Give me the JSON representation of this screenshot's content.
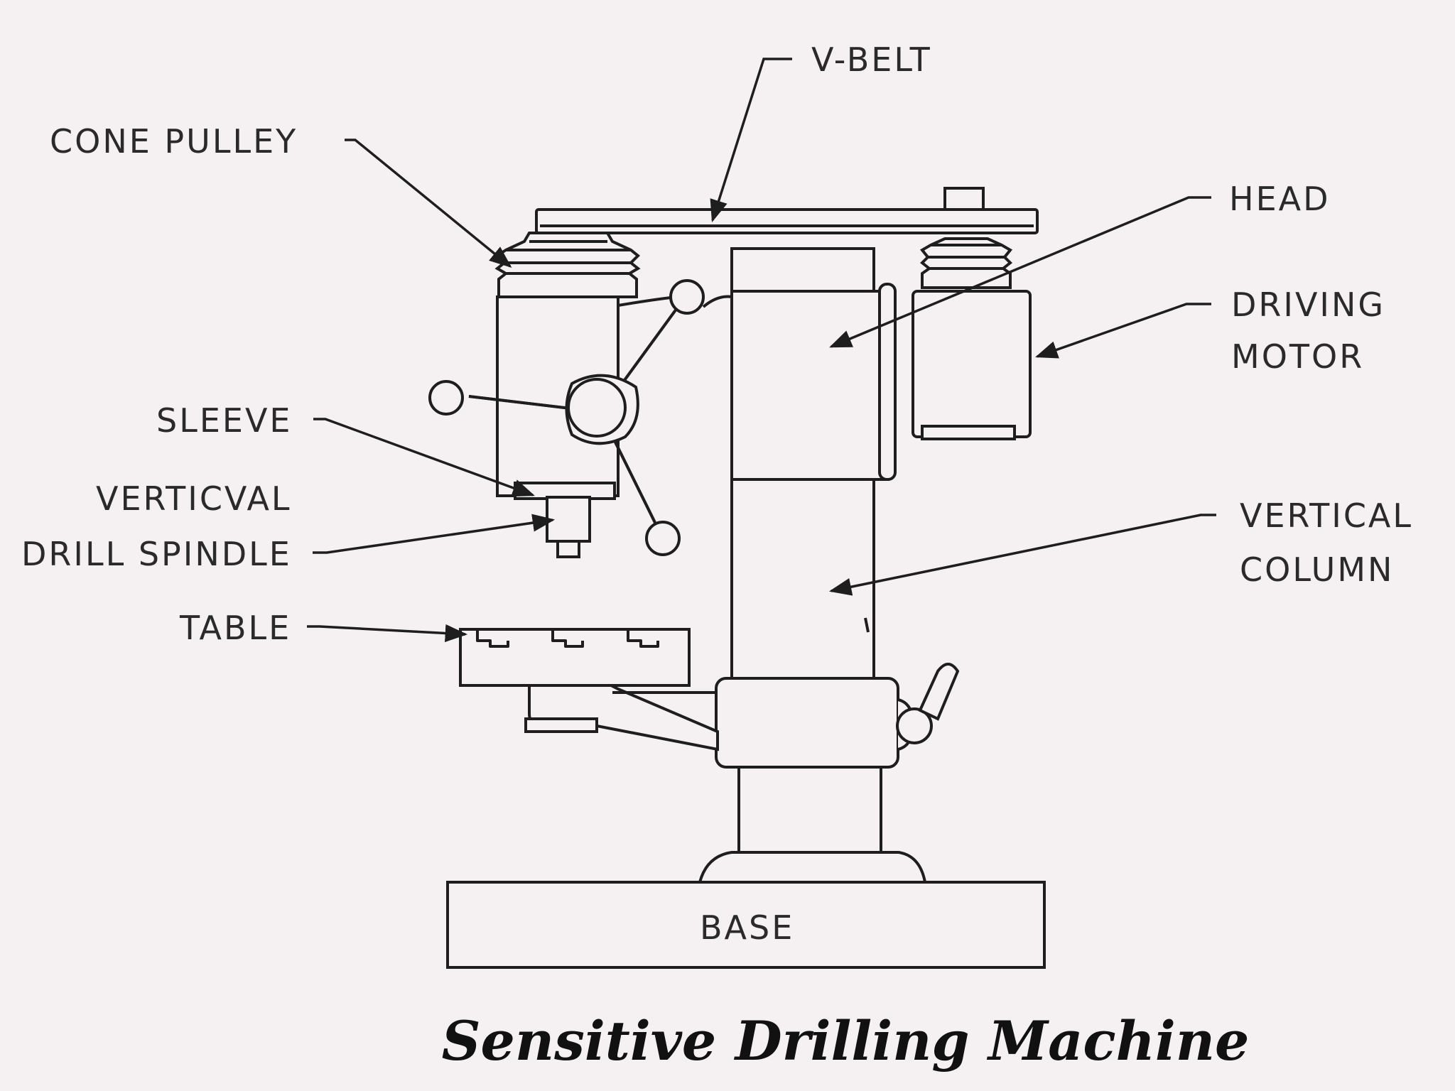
{
  "labels": {
    "v_belt": "V-BELT",
    "cone_pulley": "CONE PULLEY",
    "head": "HEAD",
    "driving_motor_line1": "DRIVING",
    "driving_motor_line2": "MOTOR",
    "sleeve": "SLEEVE",
    "spindle_line1": "VERTICVAL",
    "spindle_line2": "DRILL SPINDLE",
    "vertical_column_line1": "VERTICAL",
    "vertical_column_line2": "COLUMN",
    "table": "TABLE",
    "base": "BASE"
  },
  "caption": "Sensitive Drilling Machine"
}
